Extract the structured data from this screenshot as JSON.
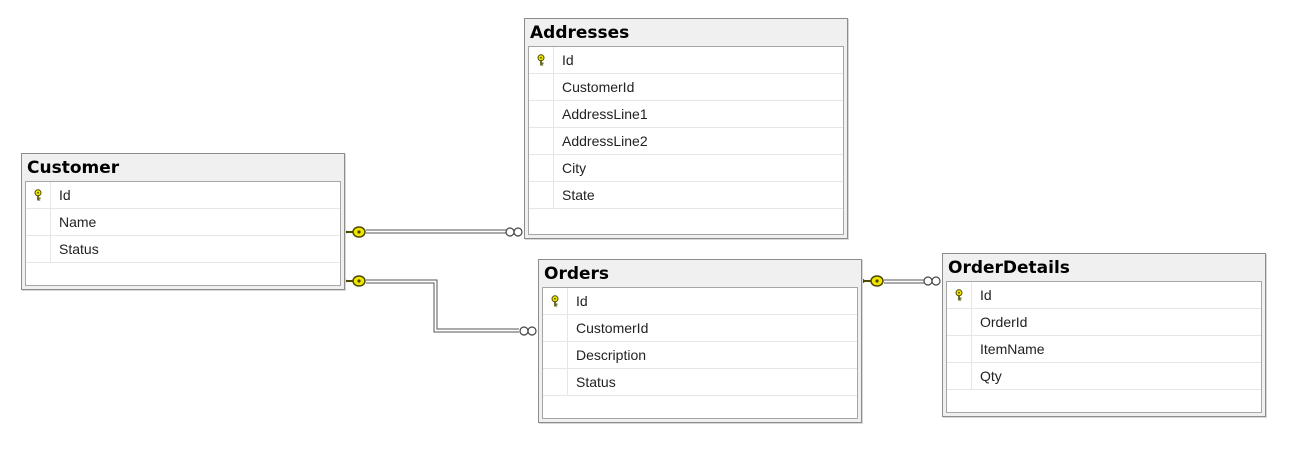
{
  "diagram": {
    "tables": [
      {
        "id": "addresses",
        "name": "Addresses",
        "columns": [
          {
            "name": "Id",
            "primary_key": true
          },
          {
            "name": "CustomerId",
            "primary_key": false
          },
          {
            "name": "AddressLine1",
            "primary_key": false
          },
          {
            "name": "AddressLine2",
            "primary_key": false
          },
          {
            "name": "City",
            "primary_key": false
          },
          {
            "name": "State",
            "primary_key": false
          }
        ]
      },
      {
        "id": "customer",
        "name": "Customer",
        "columns": [
          {
            "name": "Id",
            "primary_key": true
          },
          {
            "name": "Name",
            "primary_key": false
          },
          {
            "name": "Status",
            "primary_key": false
          }
        ]
      },
      {
        "id": "orders",
        "name": "Orders",
        "columns": [
          {
            "name": "Id",
            "primary_key": true
          },
          {
            "name": "CustomerId",
            "primary_key": false
          },
          {
            "name": "Description",
            "primary_key": false
          },
          {
            "name": "Status",
            "primary_key": false
          }
        ]
      },
      {
        "id": "orderdetails",
        "name": "OrderDetails",
        "columns": [
          {
            "name": "Id",
            "primary_key": true
          },
          {
            "name": "OrderId",
            "primary_key": false
          },
          {
            "name": "ItemName",
            "primary_key": false
          },
          {
            "name": "Qty",
            "primary_key": false
          }
        ]
      }
    ],
    "relationships": [
      {
        "from": "customer",
        "to": "addresses",
        "one_end_icon": "key-icon",
        "many_end_icon": "infinity-icon"
      },
      {
        "from": "customer",
        "to": "orders",
        "one_end_icon": "key-icon",
        "many_end_icon": "infinity-icon"
      },
      {
        "from": "orders",
        "to": "orderdetails",
        "one_end_icon": "key-icon",
        "many_end_icon": "infinity-icon"
      }
    ],
    "colors": {
      "key_fill": "#f2e600",
      "key_stroke": "#4a4a00",
      "header_bg": "#f0f0f0",
      "border": "#8c8c8c",
      "connector": "#555555"
    }
  }
}
